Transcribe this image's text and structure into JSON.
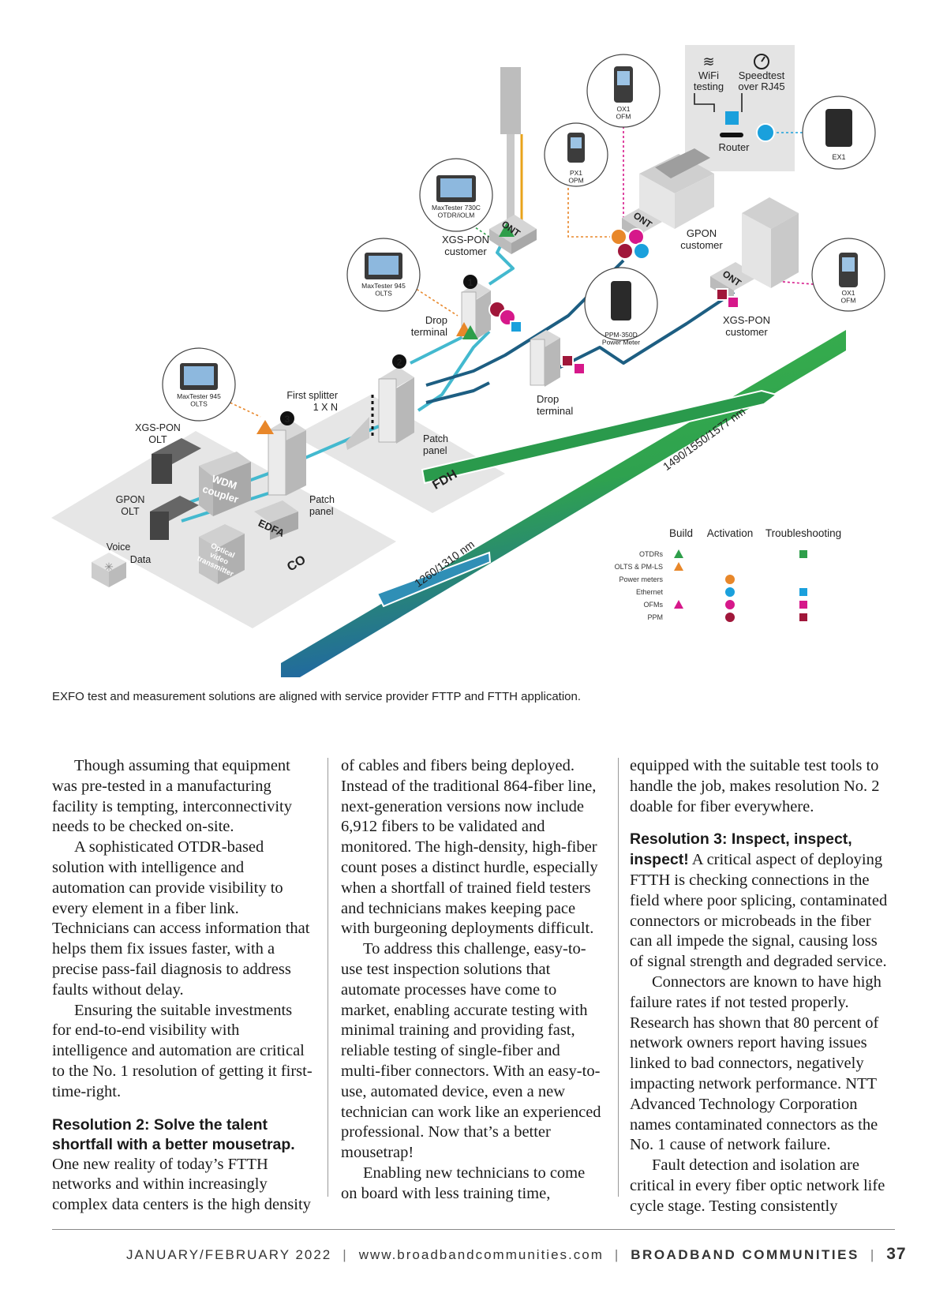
{
  "figure": {
    "labels": {
      "wifi": "WiFi\ntesting",
      "speedtest": "Speedtest\nover RJ45",
      "router": "Router",
      "ex1": "EX1",
      "ox1_top": "OX1\nOFM",
      "px1": "PX1\nOPM",
      "maxtester730": "MaxTester 730C\nOTDR/iOLM",
      "maxtester945_top": "MaxTester 945\nOLTS",
      "maxtester945_left": "MaxTester 945\nOLTS",
      "ppm350": "PPM-350D\nPower Meter",
      "ox1_right": "OX1\nOFM",
      "xgs_pon_customer_1": "XGS-PON\ncustomer",
      "gpon_customer": "GPON\ncustomer",
      "xgs_pon_customer_2": "XGS-PON\ncustomer",
      "drop_terminal_1": "Drop\nterminal",
      "drop_terminal_2": "Drop\nterminal",
      "first_splitter": "First splitter\n1 X N",
      "patch_panel_fdh": "Patch\npanel",
      "patch_panel_co": "Patch\npanel",
      "fdh": "FDH",
      "co": "CO",
      "xgs_pon_olt": "XGS-PON\nOLT",
      "gpon_olt": "GPON\nOLT",
      "voice": "Voice",
      "data": "Data",
      "wdm": "WDM\ncoupler",
      "edfa": "EDFA",
      "optical_video": "Optical\nvideo\ntransmitter",
      "ont": "ONT",
      "wavelength_down": "1490/1550/1577 nm",
      "wavelength_up": "1260/1310 nm",
      "num1": "1",
      "num2": "2",
      "num3": "3"
    },
    "legend": {
      "columns": [
        "Build",
        "Activation",
        "Troubleshooting"
      ],
      "rows": [
        "OTDRs",
        "OLTS & PM-LS",
        "Power meters",
        "Ethernet",
        "OFMs",
        "PPM"
      ]
    },
    "colors": {
      "green": "#2e9e4a",
      "orange": "#e8872a",
      "blue": "#1aa0dc",
      "magenta": "#d6188a",
      "maroon": "#a0173a",
      "fiber_dark": "#1d5e82",
      "fiber_light": "#43b9cf"
    }
  },
  "caption": "EXFO test and measurement solutions are aligned with service provider FTTP and FTTH application.",
  "article": {
    "col1_p1": "Though assuming that equipment was pre-tested in a manufacturing facility is tempting, interconnectivity needs to be checked on-site.",
    "col1_p2": "A sophisticated OTDR-based solution with intelligence and automation can provide visibility to every element in a fiber link. Technicians can access information that helps them fix issues faster, with a precise pass-fail diagnosis to address faults without delay.",
    "col1_p3": "Ensuring the suitable investments for end-to-end visibility with intelligence and automation are critical to the No. 1 resolution of getting it first-time-right.",
    "col1_h": "Resolution 2: Solve the talent shortfall with a better mousetrap.",
    "col1_p4": "One new reality of today’s FTTH networks and within increasingly complex data centers is the high density",
    "col2_p1": "of cables and fibers being deployed. Instead of the traditional 864-fiber line, next-generation versions now include 6,912 fibers to be validated and monitored. The high-density, high-fiber count poses a distinct hurdle, especially when a shortfall of trained field testers and technicians makes keeping pace with burgeoning deployments difficult.",
    "col2_p2": "To address this challenge, easy-to-use test inspection solutions that automate processes have come to market, enabling accurate testing with minimal training and providing fast, reliable testing of single-fiber and multi-fiber connectors. With an easy-to-use, automated device, even a new technician can work like an experienced professional. Now that’s a better mousetrap!",
    "col2_p3": "Enabling new technicians to come on board with less training time,",
    "col3_p1": "equipped with the suitable test tools to handle the job, makes resolution No. 2 doable for fiber everywhere.",
    "col3_h": "Resolution 3: Inspect, inspect, inspect!",
    "col3_p2": "A critical aspect of deploying FTTH is checking connections in the field where poor splicing, contaminated connectors or microbeads in the fiber can all impede the signal, causing loss of signal strength and degraded service.",
    "col3_p3": "Connectors are known to have high failure rates if not tested properly. Research has shown that 80 percent of network owners report having issues linked to bad connectors, negatively impacting network performance. NTT Advanced Technology Corporation names contaminated connectors as the No. 1 cause of network failure.",
    "col3_p4": "Fault detection and isolation are critical in every fiber optic network life cycle stage. Testing consistently"
  },
  "footer": {
    "date": "JANUARY/FEBRUARY 2022",
    "url": "www.broadbandcommunities.com",
    "magazine": "BROADBAND COMMUNITIES",
    "page": "37",
    "separator": "|"
  }
}
